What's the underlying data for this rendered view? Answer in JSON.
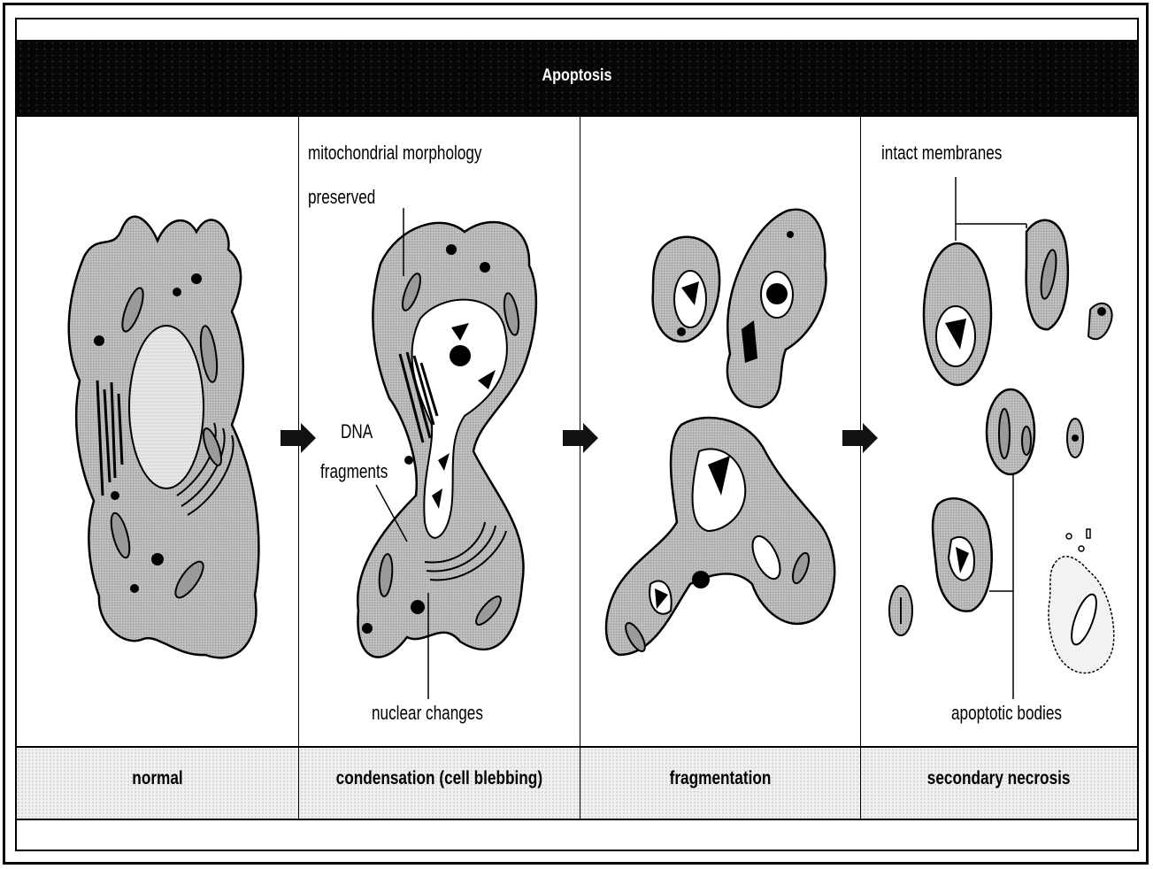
{
  "title": "Apoptosis",
  "stages": [
    "normal",
    "condensation (cell blebbing)",
    "fragmentation",
    "secondary necrosis"
  ],
  "annotations": {
    "mito_line1": "mitochondrial morphology",
    "mito_line2": "preserved",
    "dna_line1": "DNA",
    "dna_line2": "fragments",
    "nuclear": "nuclear changes",
    "intact": "intact membranes",
    "apoptotic": "apoptotic bodies"
  },
  "colors": {
    "cytoplasm": "#b4b4b4",
    "nucleus": "#e4e4e4",
    "outline": "#000000",
    "title_bar": "#060606"
  }
}
